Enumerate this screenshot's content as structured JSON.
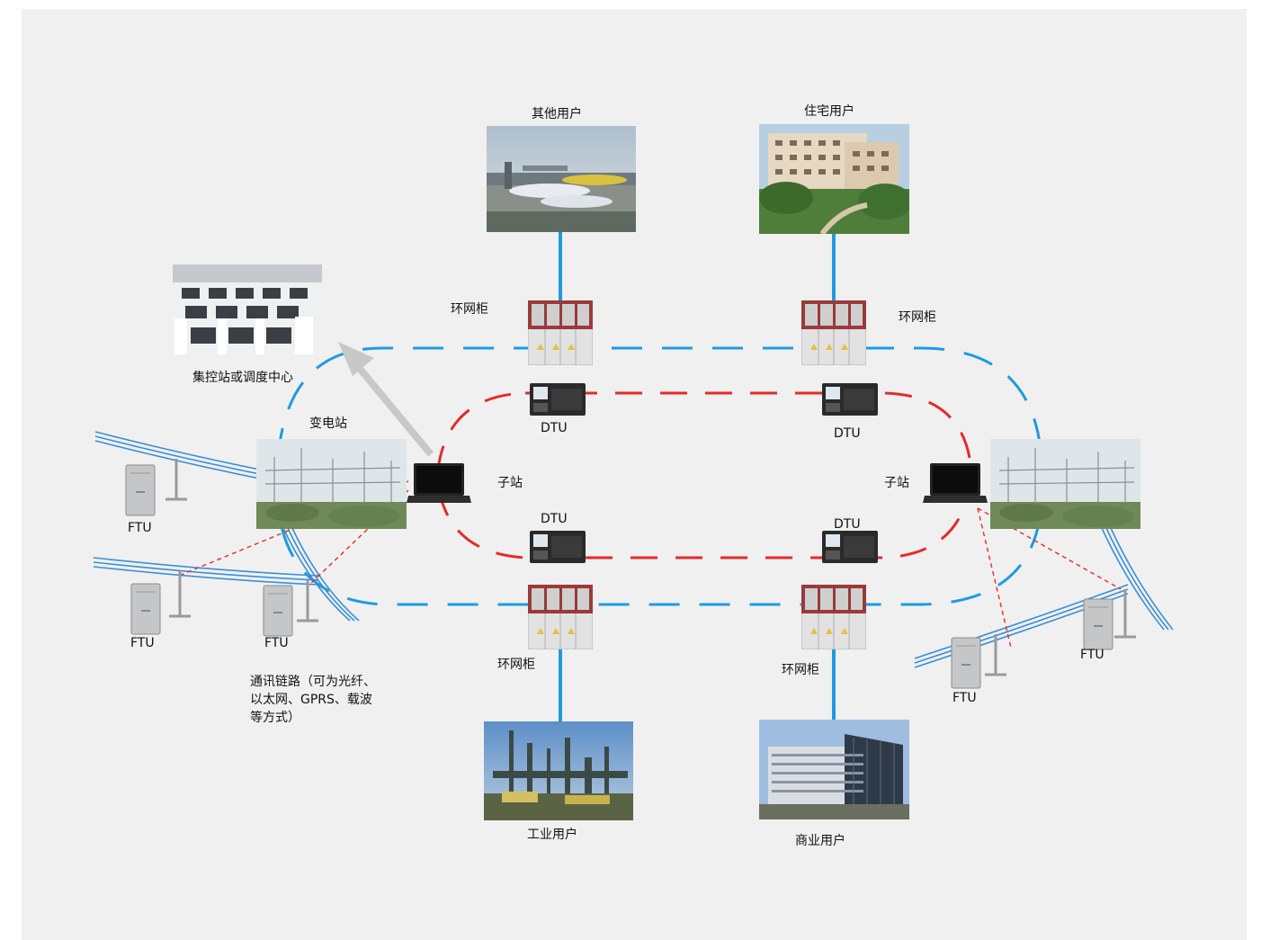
{
  "labels": {
    "other_users": "其他用户",
    "residential_users": "住宅用户",
    "industrial_users": "工业用户",
    "commercial_users": "商业用户",
    "ring_main_unit": "环网柜",
    "dtu": "DTU",
    "ftu": "FTU",
    "substation_station": "子站",
    "transformer_substation": "变电站",
    "control_center": "集控站或调度中心"
  },
  "comm_note": {
    "line1": "通讯链路（可为光纤、",
    "line2": "以太网、GPRS、载波",
    "line3": "等方式）"
  },
  "colors": {
    "fiber_link": "#1e9be0",
    "comm_link": "#e52a2a",
    "power_line": "#3a8fd6",
    "background": "#f0f0f0"
  }
}
